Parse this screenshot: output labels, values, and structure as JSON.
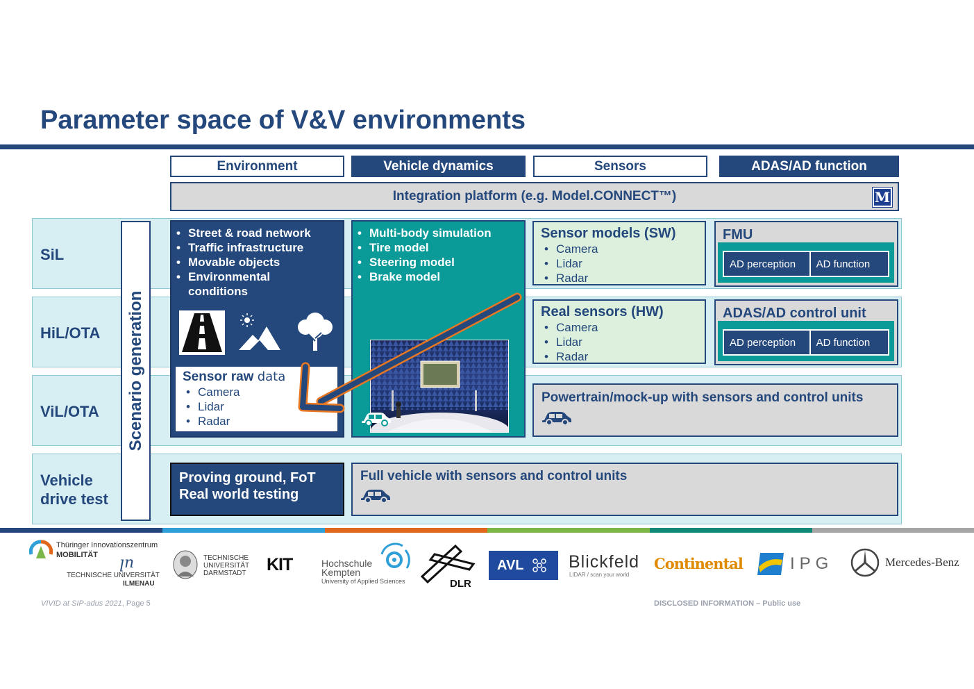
{
  "title": "Parameter space of V&V environments",
  "columns": [
    "Environment",
    "Vehicle dynamics",
    "Sensors",
    "ADAS/AD function"
  ],
  "platform": {
    "label": "Integration platform (e.g. Model.CONNECT™)",
    "logo_letter": "M"
  },
  "rows": [
    "SiL",
    "HiL/OTA",
    "ViL/OTA",
    "Vehicle drive test"
  ],
  "scenario_label": "Scenario generation",
  "environment": {
    "items": [
      "Street & road network",
      "Traffic infrastructure",
      "Movable objects",
      "Environmental conditions"
    ],
    "icons": [
      "road-icon",
      "sun-mountain-icon",
      "tree-icon"
    ],
    "raw": {
      "title_bold": "Sensor raw",
      "title_tail": "data",
      "items": [
        "Camera",
        "Lidar",
        "Radar"
      ]
    }
  },
  "vehicle_dynamics": {
    "items": [
      "Multi-body simulation",
      "Tire model",
      "Steering model",
      "Brake model"
    ]
  },
  "sensor_models": {
    "title": "Sensor models (SW)",
    "items": [
      "Camera",
      "Lidar",
      "Radar"
    ]
  },
  "real_sensors": {
    "title": "Real sensors (HW)",
    "items": [
      "Camera",
      "Lidar",
      "Radar"
    ]
  },
  "fmu": {
    "title": "FMU",
    "cells": [
      "AD perception",
      "AD function"
    ]
  },
  "control_unit": {
    "title": "ADAS/AD control unit",
    "cells": [
      "AD perception",
      "AD function"
    ]
  },
  "powertrain": {
    "title": "Powertrain/mock-up with sensors and control units"
  },
  "proving_ground": {
    "line1": "Proving ground, FoT",
    "line2": "Real world testing"
  },
  "full_vehicle": {
    "title": "Full vehicle with sensors and control units"
  },
  "colors": {
    "navy": "#24487c",
    "teal": "#0a9a98",
    "arrow": "#e87722",
    "band": "#d7eef2"
  },
  "color_bar": [
    "#24487c",
    "#2f9fd8",
    "#e0661b",
    "#7ab648",
    "#128a7a",
    "#a6a6a6"
  ],
  "logos": {
    "tiim_line1": "Thüringer Innovationszentrum",
    "tiim_line2": "MOBILITÄT",
    "tu_ilmenau_line1": "TECHNISCHE UNIVERSITÄT",
    "tu_ilmenau_line2": "ILMENAU",
    "tud_line1": "TECHNISCHE",
    "tud_line2": "UNIVERSITÄT",
    "tud_line3": "DARMSTADT",
    "kit": "KIT",
    "kempten_line1": "Hochschule",
    "kempten_line2": "Kempten",
    "kempten_line3": "University of Applied Sciences",
    "dlr": "DLR",
    "avl": "AVL",
    "blickfeld": "Blickfeld",
    "blickfeld_sub": "LIDAR / scan your world",
    "continental": "Continental",
    "ipg": "IPG",
    "mercedes": "Mercedes-Benz"
  },
  "footer": {
    "left_italic": "VIVID at SIP-adus 2021",
    "left_page": ", Page 5",
    "right": "DISCLOSED INFORMATION – Public use"
  }
}
